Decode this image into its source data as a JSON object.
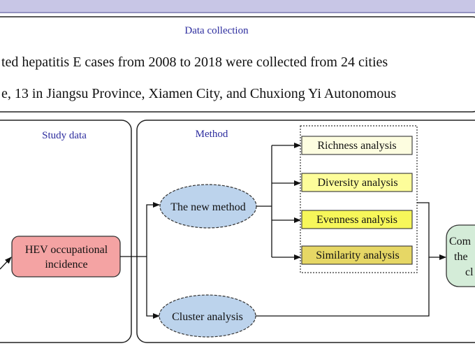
{
  "header": {
    "title": "Data collection",
    "line1": "ted hepatitis E cases from 2008 to 2018 were collected from 24 cities",
    "line2": "e, 13 in Jiangsu Province, Xiamen City, and Chuxiong Yi Autonomous"
  },
  "study_panel": {
    "title": "Study data",
    "node": {
      "line1": "HEV occupational",
      "line2": "incidence"
    }
  },
  "method_panel": {
    "title": "Method",
    "new_method": "The new method",
    "cluster": "Cluster analysis",
    "analyses": [
      {
        "label": "Richness analysis",
        "fill": "#fdfde0"
      },
      {
        "label": "Diversity analysis",
        "fill": "#fdfd9a"
      },
      {
        "label": "Evenness analysis",
        "fill": "#f7f75a"
      },
      {
        "label": "Similarity analysis",
        "fill": "#e6d765"
      }
    ]
  },
  "comparison": {
    "line1": "Com",
    "line2": "the",
    "line3": "cl"
  },
  "colors": {
    "banner": "#c8c6e6",
    "title_text": "#2c2c9e",
    "hev_fill": "#f4a3a3",
    "ellipse_fill": "#bcd3ec",
    "compare_fill": "#d4ecd8"
  }
}
